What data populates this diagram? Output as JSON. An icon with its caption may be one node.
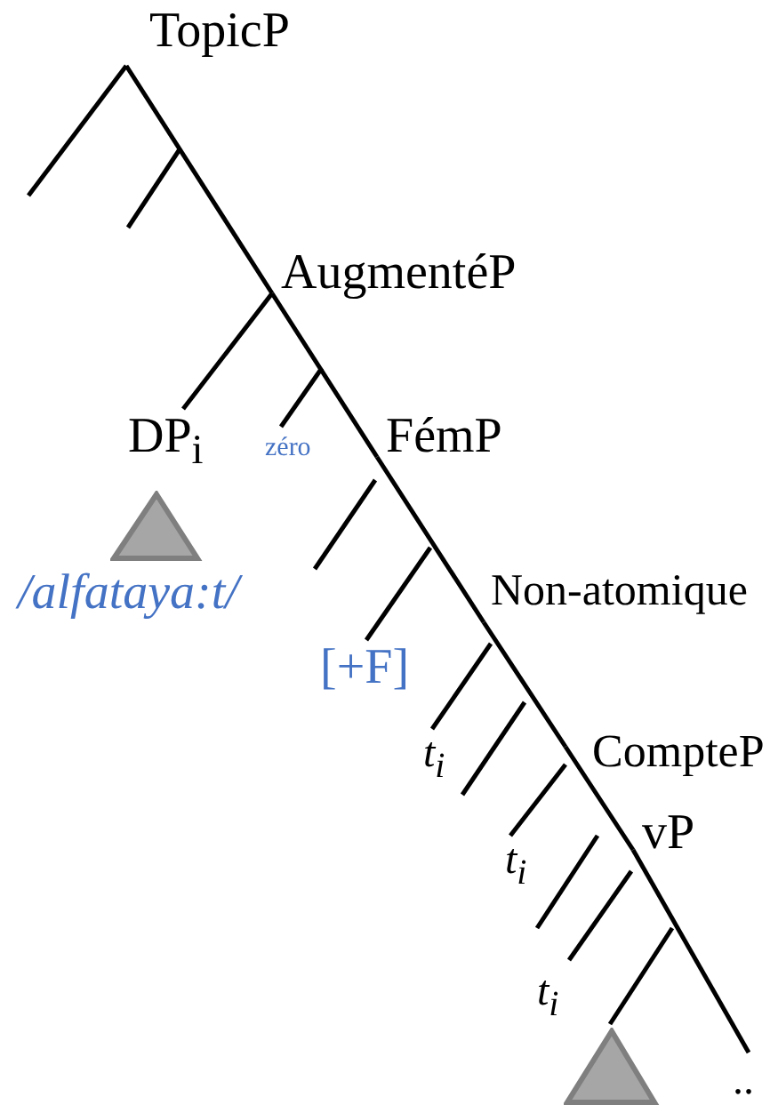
{
  "diagram": {
    "nodes": [
      {
        "text": [
          "TopicP"
        ]
      },
      {
        "text": [
          "AugmentéP"
        ]
      },
      {
        "text": [
          "DP$_{i}$"
        ]
      },
      {
        "text": [
          "zéro"
        ]
      },
      {
        "text": [
          "FémP"
        ]
      },
      {
        "text": [
          "[+F]"
        ]
      },
      {
        "text": [
          "Non-atomique"
        ]
      },
      {
        "text": [
          "t$_{i}$"
        ]
      },
      {
        "text": [
          "CompteP"
        ]
      },
      {
        "text": [
          "t$_{i}$"
        ]
      },
      {
        "text": [
          "vP"
        ]
      },
      {
        "text": [
          "t$_{i}$"
        ]
      },
      {
        "text": [
          "/alfataya:t/"
        ]
      },
      {
        "text": [],
        "shape": "triangle"
      },
      {
        "text": [
          ".."
        ]
      }
    ],
    "edges": [
      {
        "from": 0,
        "to": 1,
        "arrow": "none"
      },
      {
        "from": 1,
        "to": 4,
        "arrow": "none"
      },
      {
        "from": 4,
        "to": 6,
        "arrow": "none"
      },
      {
        "from": 6,
        "to": 8,
        "arrow": "none"
      },
      {
        "from": 8,
        "to": 10,
        "arrow": "none"
      },
      {
        "from": 10,
        "to": 14,
        "arrow": "none"
      },
      {
        "from": 0,
        "to": null,
        "arrow": "none"
      },
      {
        "from": 1,
        "to": 2,
        "arrow": "none"
      },
      {
        "from": 1,
        "to": 3,
        "arrow": "none"
      },
      {
        "from": 4,
        "to": null,
        "arrow": "none"
      },
      {
        "from": null,
        "to": 5,
        "arrow": "none"
      },
      {
        "from": 6,
        "to": 7,
        "arrow": "none"
      },
      {
        "from": 8,
        "to": 9,
        "arrow": "none"
      },
      {
        "from": 10,
        "to": 11,
        "arrow": "none"
      },
      {
        "from": 10,
        "to": 13,
        "arrow": "none"
      }
    ]
  }
}
